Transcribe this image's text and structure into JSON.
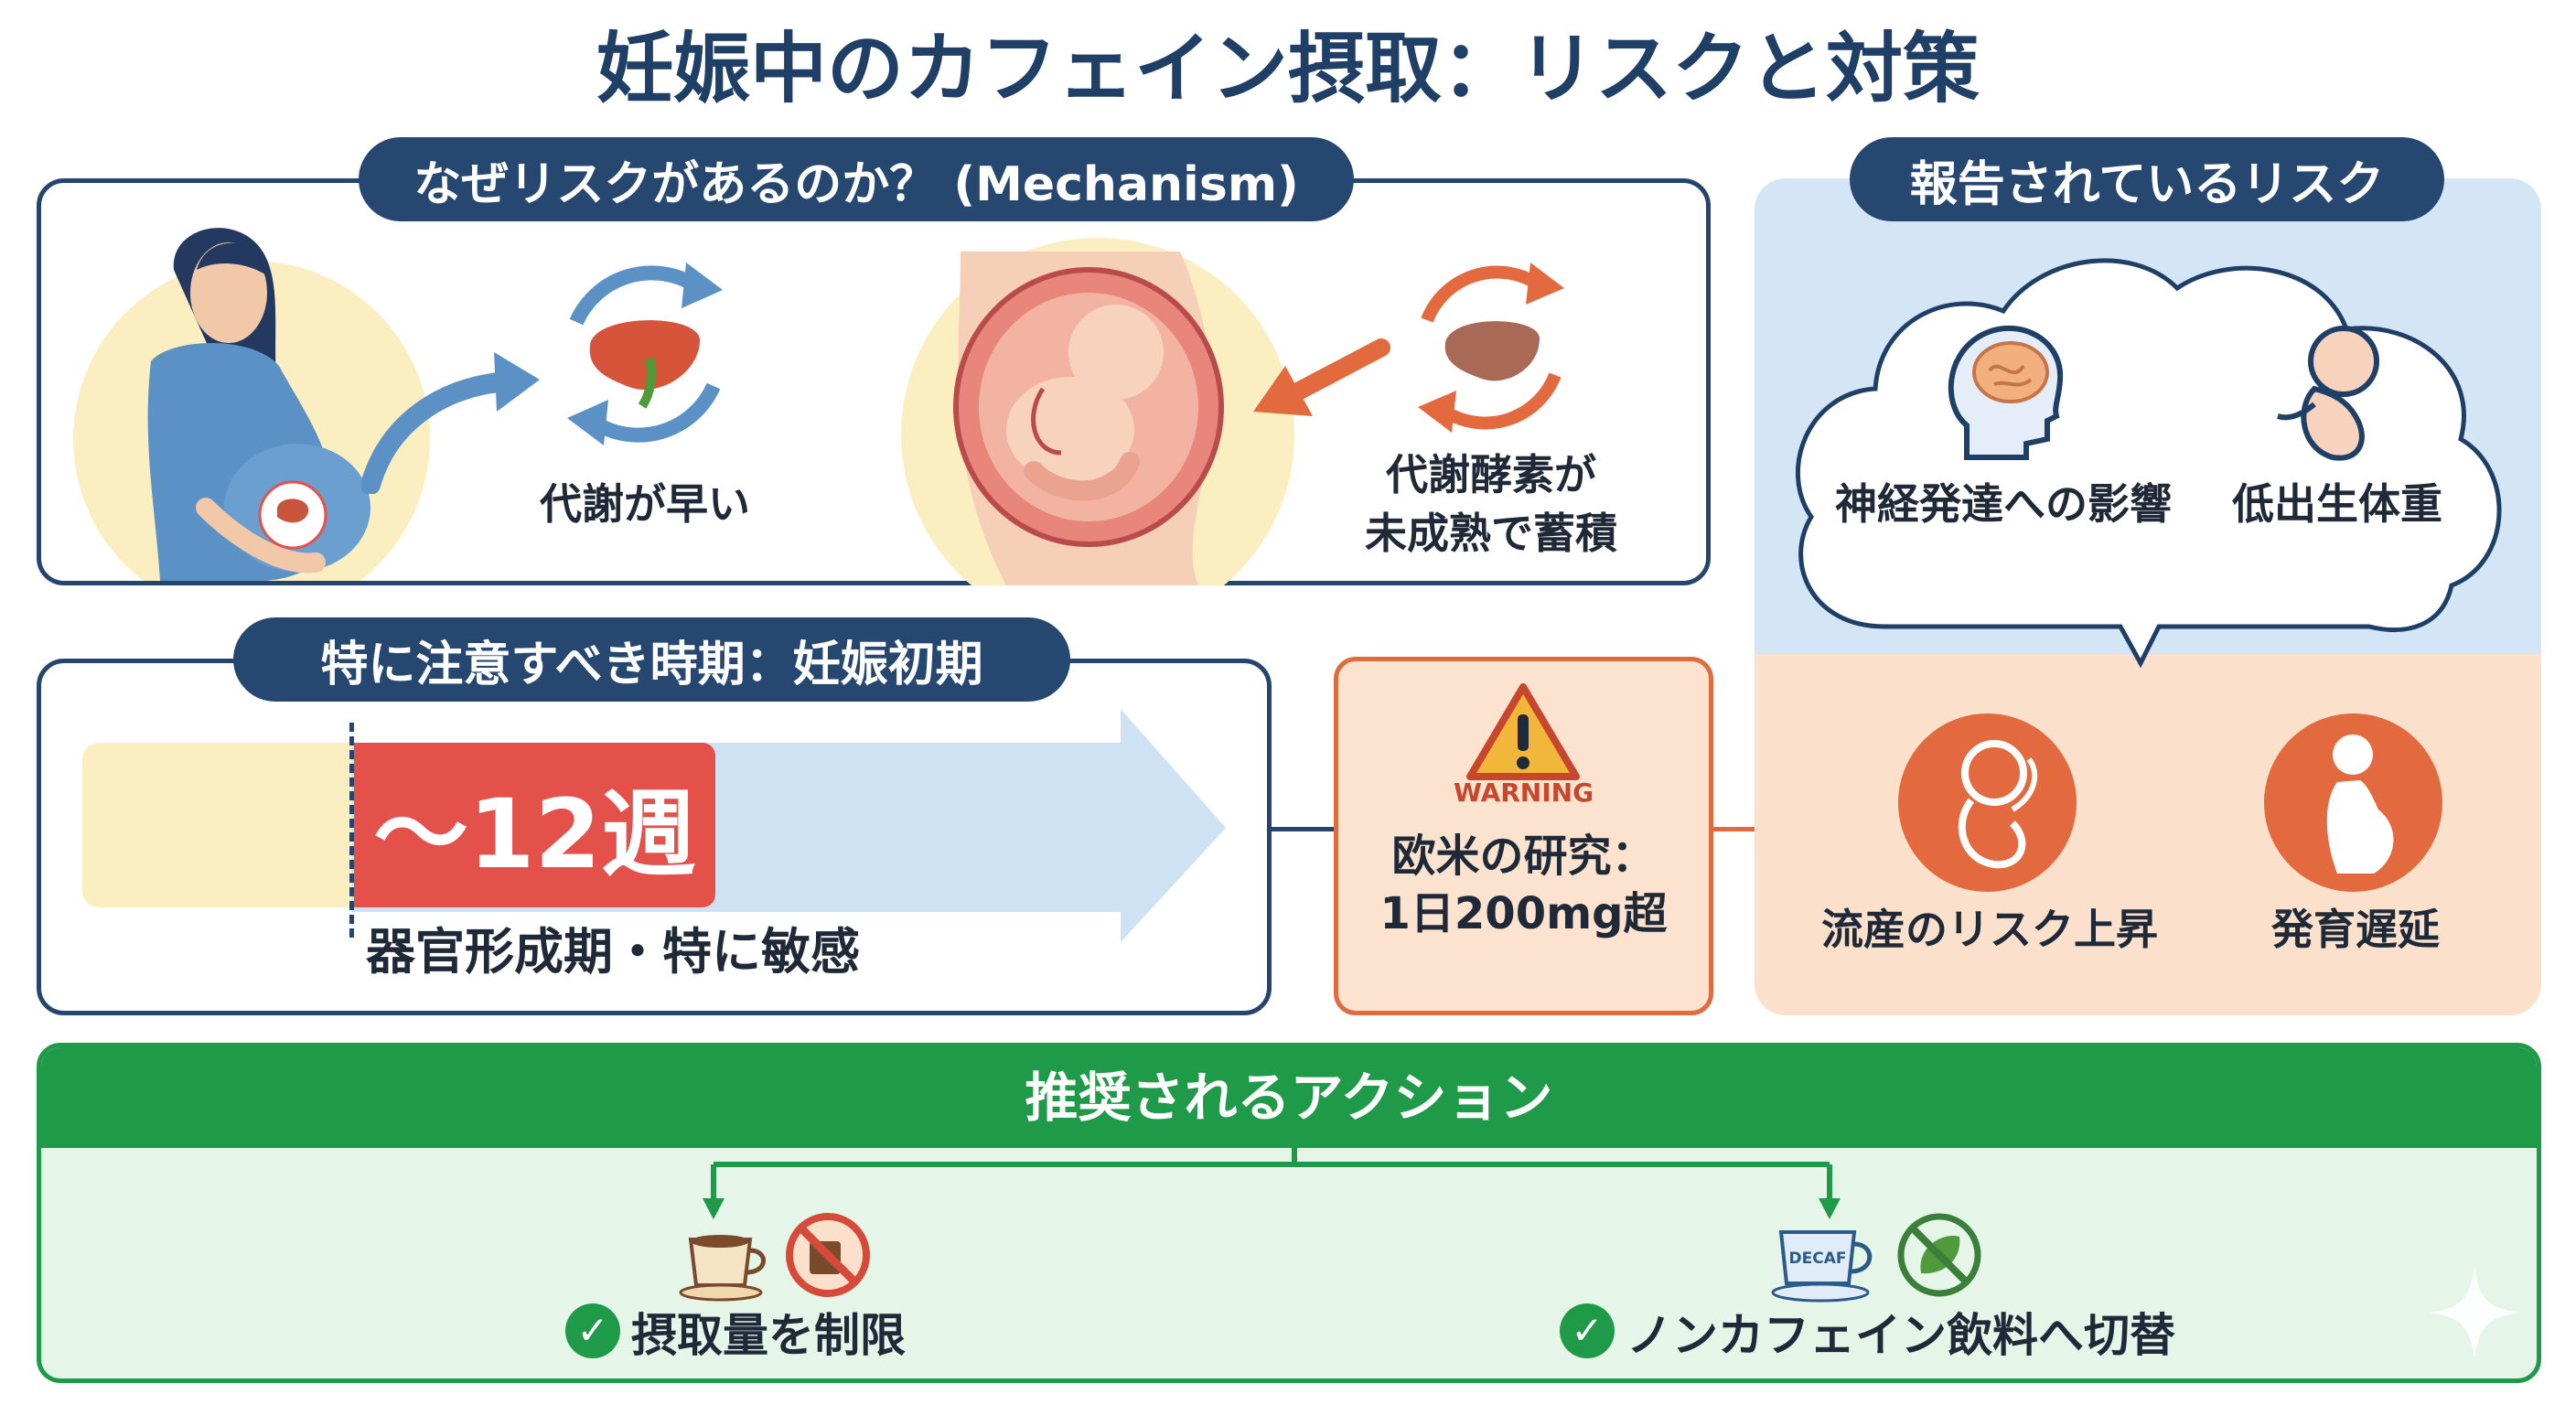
{
  "title": "妊娠中のカフェイン摂取：リスクと対策",
  "mechanism": {
    "heading": "なぜリスクがあるのか？ (Mechanism)",
    "mother_label": "代謝が早い",
    "fetus_label_line1": "代謝酵素が",
    "fetus_label_line2": "未成熟で蓄積"
  },
  "period": {
    "heading": "特に注意すべき時期：妊娠初期",
    "weeks": "〜12週",
    "caption": "器官形成期・特に敏感"
  },
  "warning": {
    "badge": "WARNING",
    "line1": "欧米の研究：",
    "line2": "1日200mg超"
  },
  "risks": {
    "heading": "報告されているリスク",
    "items": [
      {
        "label": "神経発達への影響",
        "icon": "brain-head-icon"
      },
      {
        "label": "低出生体重",
        "icon": "fetus-icon"
      },
      {
        "label": "流産のリスク上昇",
        "icon": "fetus-icon"
      },
      {
        "label": "発育遅延",
        "icon": "pregnant-silhouette-icon"
      }
    ]
  },
  "actions": {
    "heading": "推奨されるアクション",
    "items": [
      {
        "label": "摂取量を制限",
        "icons": [
          "coffee-cup-icon",
          "no-coffee-icon"
        ]
      },
      {
        "label": "ノンカフェイン飲料へ切替",
        "icons": [
          "decaf-cup-icon",
          "no-tea-leaf-icon"
        ]
      }
    ],
    "decaf_text": "DECAF"
  },
  "colors": {
    "navy": "#26476f",
    "orange": "#e36a3e",
    "red": "#e4504a",
    "green": "#1f9a48",
    "light_blue": "#d4e6f6",
    "light_orange": "#fbe1cb",
    "light_yellow": "#fbefc2"
  }
}
